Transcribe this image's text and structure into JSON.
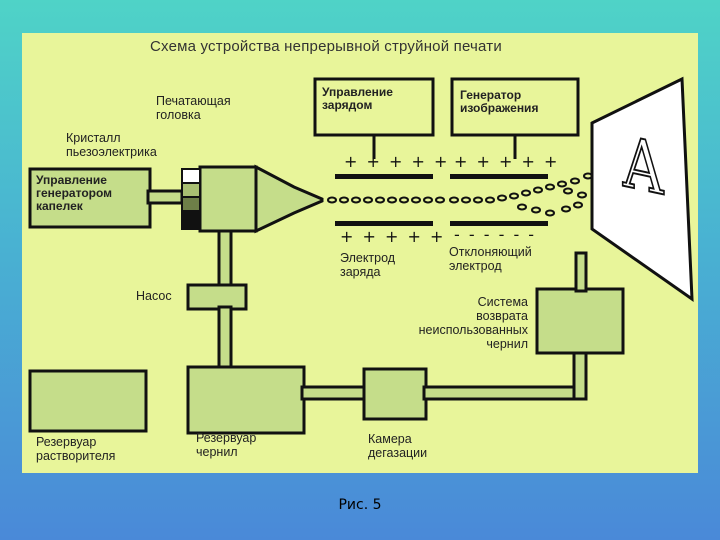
{
  "title": "Схема устройства непрерывной струйной печати",
  "caption": "Рис. 5",
  "labels": {
    "print_head": "Печатающая\nголовка",
    "piezo_crystal": "Кристалл\nпьезоэлектрика",
    "drop_generator_control": "Управление\nгенератором\nкапелек",
    "charge_control": "Управление\nзарядом",
    "image_generator": "Генератор\nизображения",
    "charge_electrode": "Электрод\nзаряда",
    "deflecting_electrode": "Отклоняющий\nэлектрод",
    "pump": "Насос",
    "return_system": "Система\nвозврата\nнеиспользованных\nчернил",
    "solvent_reservoir": "Резервуар\nрастворителя",
    "ink_reservoir": "Резервуар\nчернил",
    "degassing_chamber": "Камера\nдегазации"
  },
  "plus_top_left": "+ + + + +",
  "plus_top_right": "+ + + + +",
  "plus_bottom_left": "+ + + + +",
  "minus_bottom_right": "- - - - - -",
  "media_letter": "A",
  "colors": {
    "panel_background": "#e8f59a",
    "component_fill": "#c5dd8a",
    "outline": "#111111"
  }
}
